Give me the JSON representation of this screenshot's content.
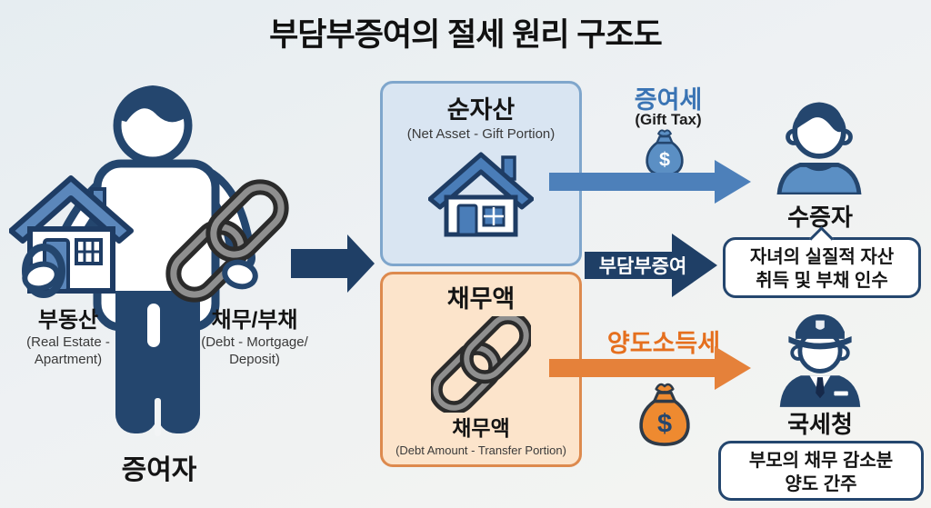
{
  "title": "부담부증여의 절세 원리 구조도",
  "donor": {
    "name": "증여자",
    "asset": {
      "label": "부동산",
      "sub_line1": "(Real Estate -",
      "sub_line2": "Apartment)"
    },
    "debt": {
      "label": "채무/부채",
      "sub_line1": "(Debt - Mortgage/",
      "sub_line2": "Deposit)"
    }
  },
  "center": {
    "net_asset_box": {
      "title": "순자산",
      "subtitle": "(Net Asset - Gift Portion)"
    },
    "debt_box": {
      "title": "채무액",
      "bottom_label": "채무액",
      "subtitle": "(Debt Amount - Transfer Portion)"
    }
  },
  "flows": {
    "gift_tax": {
      "label": "증여세",
      "sublabel": "(Gift Tax)",
      "bag_symbol": "$"
    },
    "burden_gift": {
      "label": "부담부증여"
    },
    "capital_gains_tax": {
      "label": "양도소득세",
      "bag_symbol": "$"
    }
  },
  "recipient": {
    "name": "수증자",
    "note_line1": "자녀의 실질적 자산",
    "note_line2": "취득 및 부채 인수"
  },
  "tax_office": {
    "name": "국세청",
    "note_line1": "부모의 채무 감소분",
    "note_line2": "양도 간주"
  },
  "colors": {
    "page_bg": "#edf1f4",
    "navy": "#24466e",
    "deep_navy": "#1f3f66",
    "arrow_blue": "#4d80ba",
    "arrow_orange": "#e5813a",
    "gift_tax_text": "#3a74b4",
    "cgt_text": "#e56f1e",
    "net_box_bg": "#d9e5f2",
    "net_box_border": "#7fa6cc",
    "debt_box_bg": "#fce4cb",
    "debt_box_border": "#dd8a4e",
    "house_blue": "#4a7db8",
    "donor_house_blue": "#5b87bb",
    "shirt_blue": "#5b8fc4",
    "chain_dark": "#2b2b2b",
    "chain_light": "#8f8f8f",
    "bag_blue": "#5b8fc4",
    "bag_orange": "#ee8a30"
  }
}
